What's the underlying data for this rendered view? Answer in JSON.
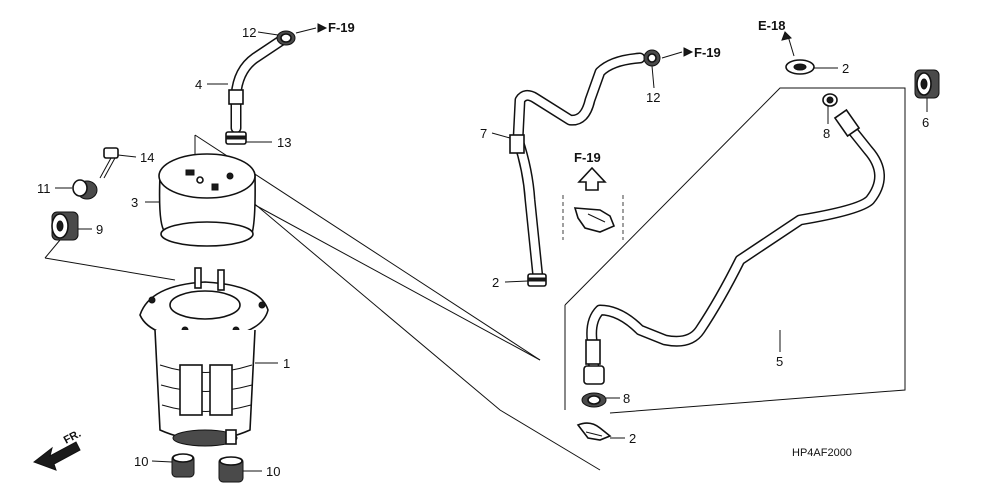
{
  "diagram": {
    "code": "HP4AF2000",
    "front_mark": "FR.",
    "callouts": [
      {
        "id": "c12a",
        "text": "12"
      },
      {
        "id": "c4",
        "text": "4"
      },
      {
        "id": "c13",
        "text": "13"
      },
      {
        "id": "c14",
        "text": "14"
      },
      {
        "id": "c11",
        "text": "11"
      },
      {
        "id": "c3",
        "text": "3"
      },
      {
        "id": "c9",
        "text": "9"
      },
      {
        "id": "c1",
        "text": "1"
      },
      {
        "id": "c10a",
        "text": "10"
      },
      {
        "id": "c10b",
        "text": "10"
      },
      {
        "id": "c7",
        "text": "7"
      },
      {
        "id": "c2a",
        "text": "2"
      },
      {
        "id": "c12b",
        "text": "12"
      },
      {
        "id": "c2b",
        "text": "2"
      },
      {
        "id": "c8a",
        "text": "8"
      },
      {
        "id": "c6",
        "text": "6"
      },
      {
        "id": "c5",
        "text": "5"
      },
      {
        "id": "c8b",
        "text": "8"
      },
      {
        "id": "c2c",
        "text": "2"
      }
    ],
    "references": [
      {
        "id": "ref-f19-top",
        "text": "F-19"
      },
      {
        "id": "ref-f19-mid",
        "text": "F-19"
      },
      {
        "id": "ref-f19-detail",
        "text": "F-19"
      },
      {
        "id": "ref-e18",
        "text": "E-18"
      }
    ]
  }
}
